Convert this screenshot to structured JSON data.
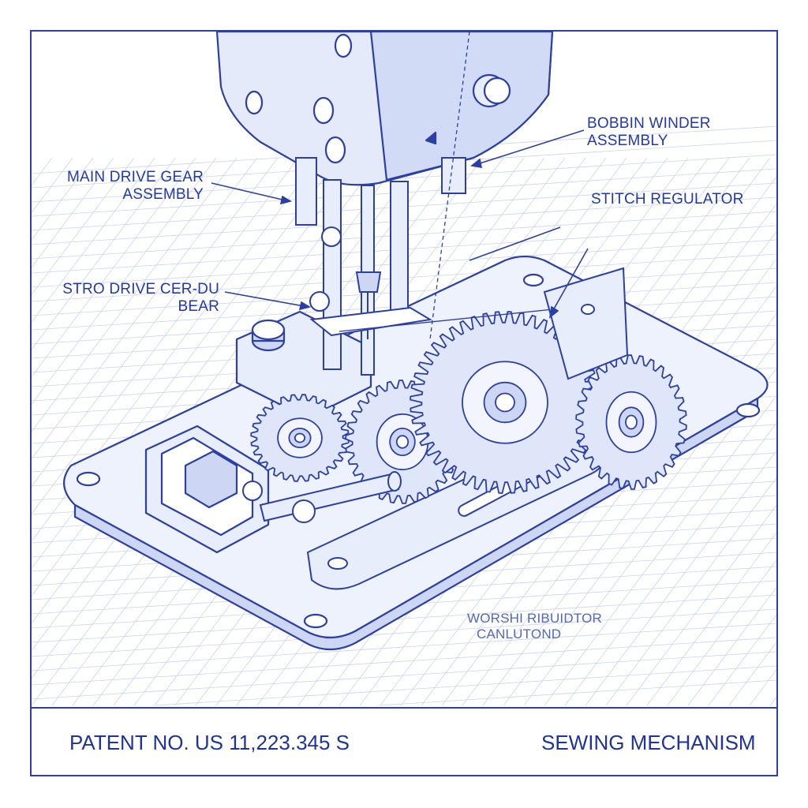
{
  "callouts": {
    "main_drive_gear": [
      "MAIN DRIVE GEAR",
      "ASSEMBLY"
    ],
    "bobbin_winder": [
      "BOBBIN WINDER",
      "ASSEMBLY"
    ],
    "stitch_regulator": "STITCH REGULATOR",
    "stro_drive": [
      "STRO DRIVE CER-DU",
      "BEAR"
    ],
    "worshi": [
      "WORSHI RIBUIDTOR",
      "CANLUTOND"
    ]
  },
  "title_block": {
    "patent_number": "PATENT NO. US 11,223.345 S",
    "title": "SEWING MECHANISM"
  },
  "colors": {
    "ink": "#2b3fa6",
    "grid": "#c9d3f0",
    "fill_light": "#e8edfb",
    "fill_mid": "#cdd7f4"
  }
}
